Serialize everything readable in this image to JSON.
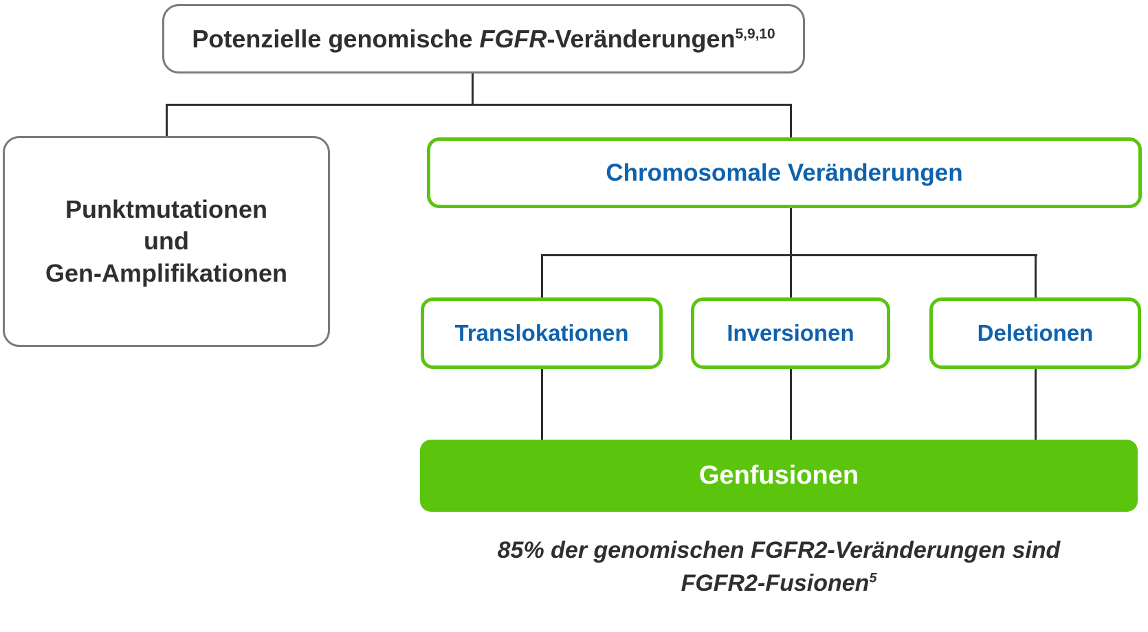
{
  "colors": {
    "green": "#5BC50E",
    "blue": "#0F63AE",
    "dark": "#2F2F2F",
    "gray_border": "#7B7B7B",
    "line": "#2E2E2E"
  },
  "root_box": {
    "text_before": "Potenzielle genomische ",
    "text_italic": "FGFR",
    "text_after": "-Veränderungen",
    "superscript": "5,9,10"
  },
  "left_box": {
    "lines": [
      "Punktmutationen",
      "und",
      "Gen-Amplifikationen"
    ]
  },
  "chromosomal_box": {
    "label": "Chromosomale Veränderungen"
  },
  "subtype_boxes": [
    {
      "label": "Translokationen"
    },
    {
      "label": "Inversionen"
    },
    {
      "label": "Deletionen"
    }
  ],
  "fusion_box": {
    "label": "Genfusionen"
  },
  "caption": {
    "line1": "85% der genomischen FGFR2-Veränderungen sind",
    "line2": "FGFR2-Fusionen",
    "line2_superscript": "5"
  }
}
